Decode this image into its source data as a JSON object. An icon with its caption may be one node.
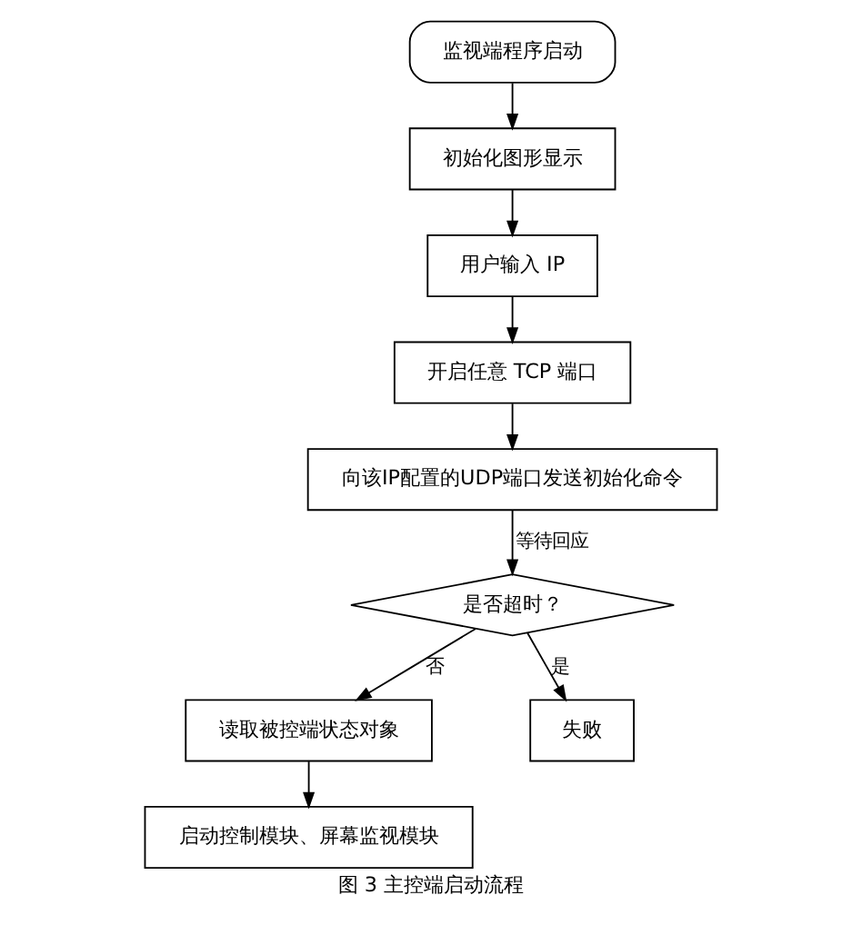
{
  "diagram": {
    "caption": "图 3 主控端启动流程",
    "nodes": [
      {
        "text": [
          "监视端程序启动"
        ]
      },
      {
        "text": [
          "初始化图形显示"
        ]
      },
      {
        "text": [
          "用户输入 IP"
        ]
      },
      {
        "text": [
          "开启任意 TCP 端口"
        ]
      },
      {
        "text": [
          "向该IP配置的UDP端口发送初始化命令"
        ]
      },
      {
        "text": [
          "是否超时？"
        ]
      },
      {
        "text": [
          "读取被控端状态对象"
        ]
      },
      {
        "text": [
          "失败"
        ]
      },
      {
        "text": [
          "启动控制模块、屏幕监视模块"
        ]
      }
    ],
    "edges": [
      {
        "from": 0,
        "to": 1,
        "arrow": "to"
      },
      {
        "from": 1,
        "to": 2,
        "arrow": "to"
      },
      {
        "from": 2,
        "to": 3,
        "arrow": "to"
      },
      {
        "from": 3,
        "to": 4,
        "arrow": "to"
      },
      {
        "from": 4,
        "to": 5,
        "arrow": "to",
        "label": "等待回应"
      },
      {
        "from": 5,
        "to": 6,
        "arrow": "to",
        "label": "否"
      },
      {
        "from": 5,
        "to": 7,
        "arrow": "to",
        "label": "是"
      },
      {
        "from": 6,
        "to": 8,
        "arrow": "to"
      }
    ]
  }
}
